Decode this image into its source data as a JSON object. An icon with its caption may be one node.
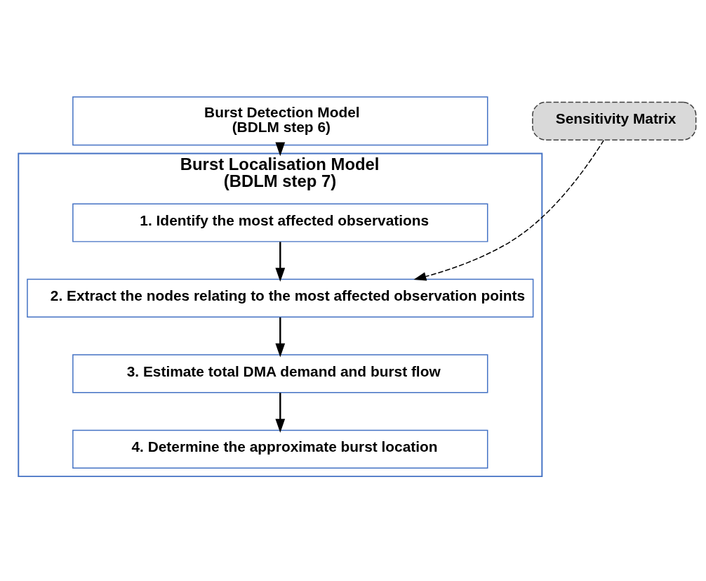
{
  "diagram": {
    "nodes": [
      {
        "text": [
          "Burst Detection Model",
          "(BDLM step 6)"
        ]
      },
      {
        "text": [
          "Sensitivity Matrix"
        ]
      },
      {
        "text": [
          "Burst Localisation Model",
          "(BDLM step 7)"
        ]
      },
      {
        "text": [
          "1. Identify the most affected observations"
        ],
        "in": 2
      },
      {
        "text": [
          "2. Extract the nodes relating to the most affected observation points"
        ],
        "in": 2
      },
      {
        "text": [
          "3. Estimate total DMA demand and burst flow"
        ],
        "in": 2
      },
      {
        "text": [
          "4. Determine the approximate burst location"
        ],
        "in": 2
      }
    ],
    "edges": [
      {
        "from": 0,
        "to": 2,
        "arrow": "to"
      },
      {
        "from": 3,
        "to": 4,
        "arrow": "to"
      },
      {
        "from": 4,
        "to": 5,
        "arrow": "to"
      },
      {
        "from": 5,
        "to": 6,
        "arrow": "to"
      },
      {
        "from": 1,
        "to": 4,
        "arrow": "to",
        "style": "dashed"
      }
    ]
  }
}
